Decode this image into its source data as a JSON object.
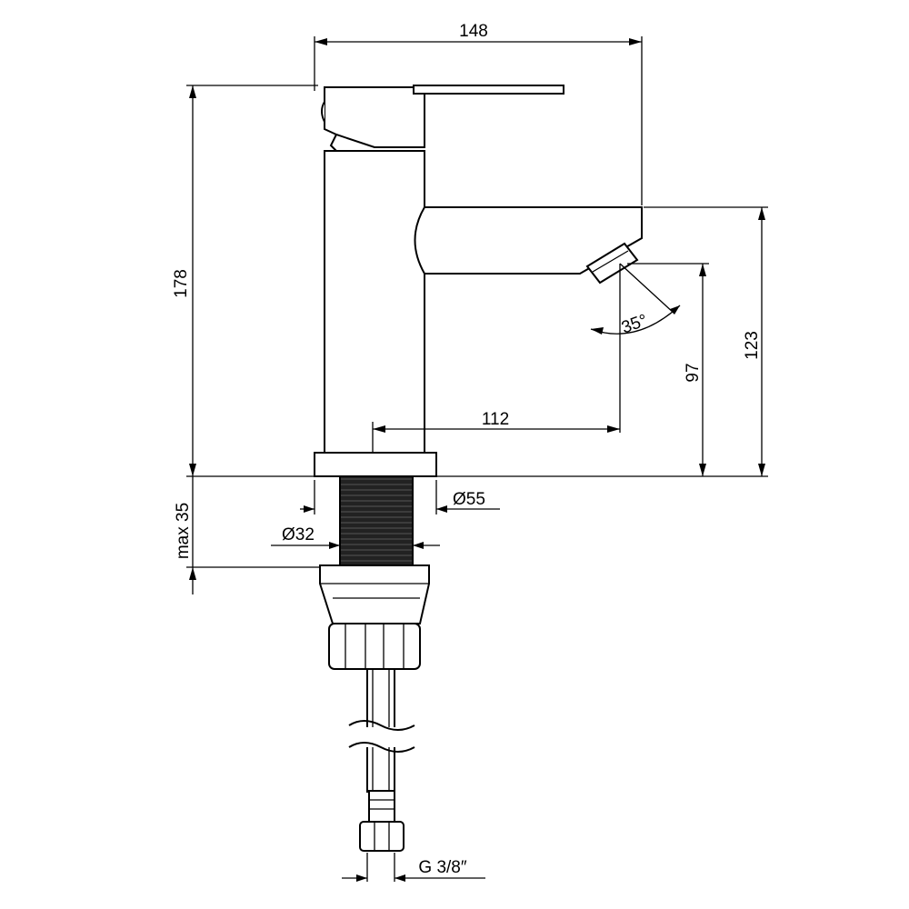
{
  "drawing": {
    "dimensions": {
      "width_total": "148",
      "height_total": "178",
      "spout_height": "123",
      "aerator_height": "97",
      "spout_reach": "112",
      "aerator_angle": "35°",
      "base_diameter": "Ø55",
      "shank_diameter": "Ø32",
      "max_thickness": "max 35",
      "connection_thread": "G 3/8″"
    }
  }
}
